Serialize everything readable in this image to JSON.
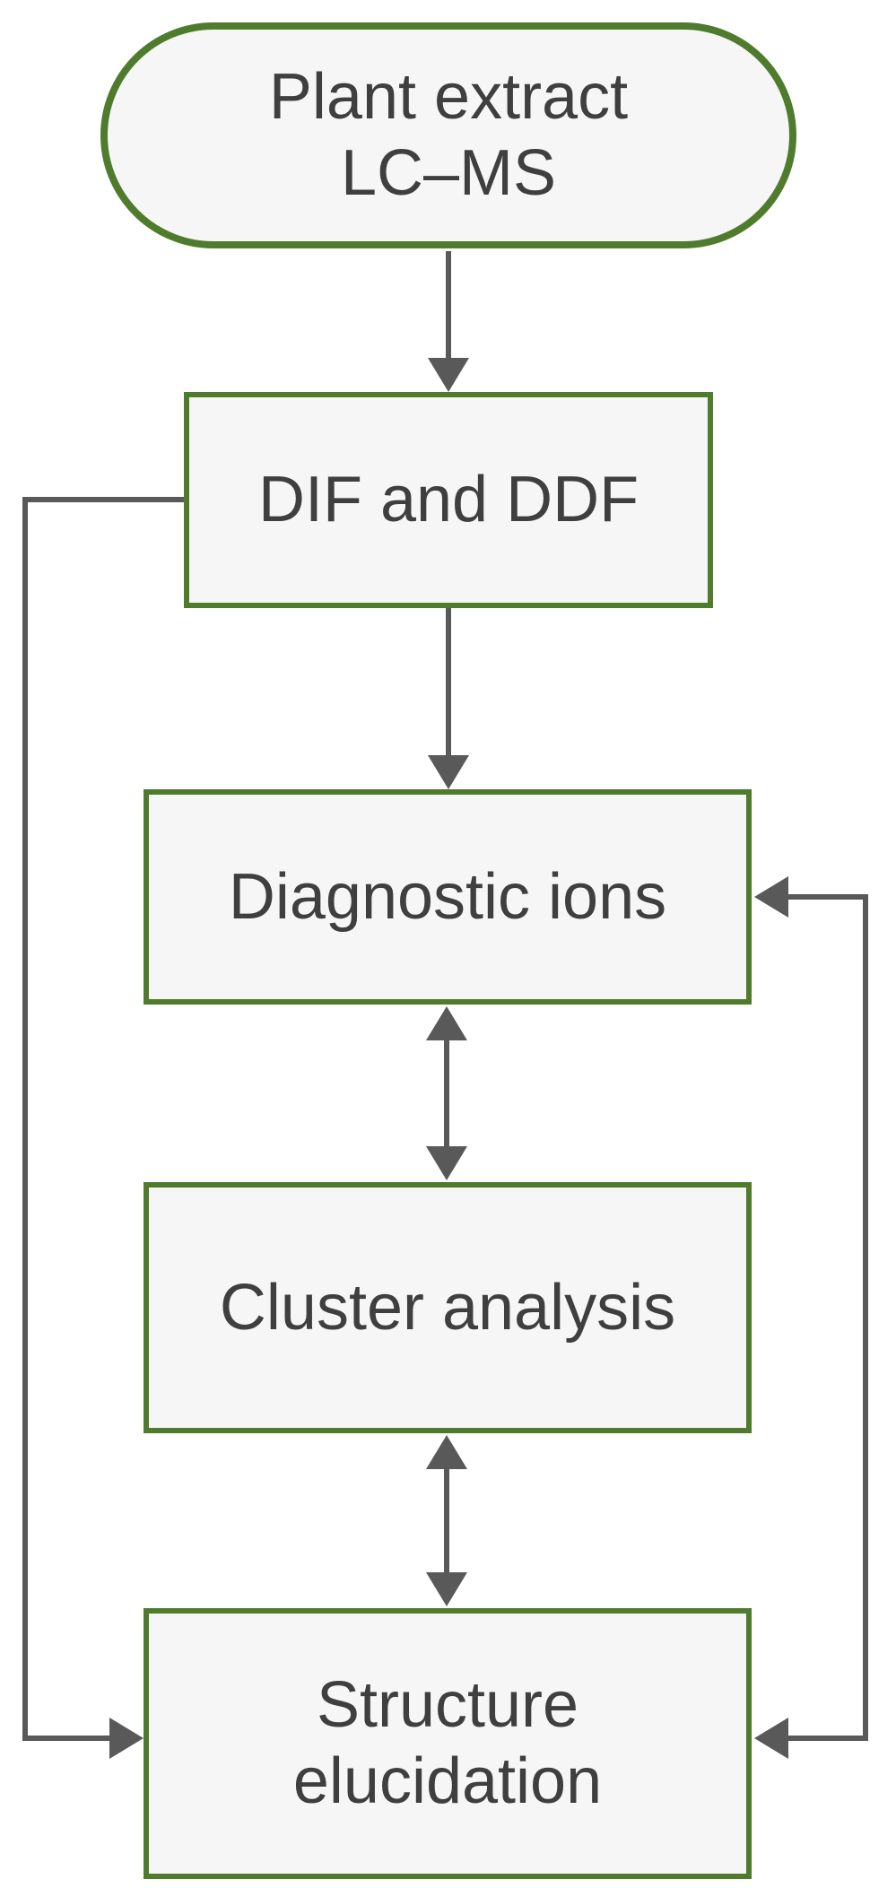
{
  "diagram": {
    "type": "flowchart",
    "topic": "LC-MS based structure elucidation workflow",
    "colors": {
      "node_border_green": "#4e7c2c",
      "connector_gray": "#595959",
      "node_fill": "#f6f6f6",
      "text_color": "#3f3f3f",
      "background": "#ffffff"
    },
    "nodes": [
      {
        "id": "plant-extract-lcms",
        "shape": "stadium",
        "label": "Plant extract\nLC–MS"
      },
      {
        "id": "dif-and-ddf",
        "shape": "rectangle",
        "label": "DIF and DDF"
      },
      {
        "id": "diagnostic-ions",
        "shape": "rectangle",
        "label": "Diagnostic ions"
      },
      {
        "id": "cluster-analysis",
        "shape": "rectangle",
        "label": "Cluster analysis"
      },
      {
        "id": "structure-elucidation",
        "shape": "rectangle",
        "label": "Structure\nelucidation"
      }
    ],
    "edges": [
      {
        "from": "plant-extract-lcms",
        "to": "dif-and-ddf",
        "type": "arrow",
        "route": "straight-down"
      },
      {
        "from": "dif-and-ddf",
        "to": "diagnostic-ions",
        "type": "arrow",
        "route": "straight-down"
      },
      {
        "from": "diagnostic-ions",
        "to": "cluster-analysis",
        "type": "double-arrow",
        "route": "straight-vertical"
      },
      {
        "from": "cluster-analysis",
        "to": "structure-elucidation",
        "type": "double-arrow",
        "route": "straight-vertical"
      },
      {
        "from": "dif-and-ddf",
        "to": "structure-elucidation",
        "type": "arrow",
        "route": "left-side-loop"
      },
      {
        "from": "structure-elucidation",
        "to": "diagnostic-ions",
        "type": "double-arrow",
        "route": "right-side-loop"
      }
    ]
  }
}
